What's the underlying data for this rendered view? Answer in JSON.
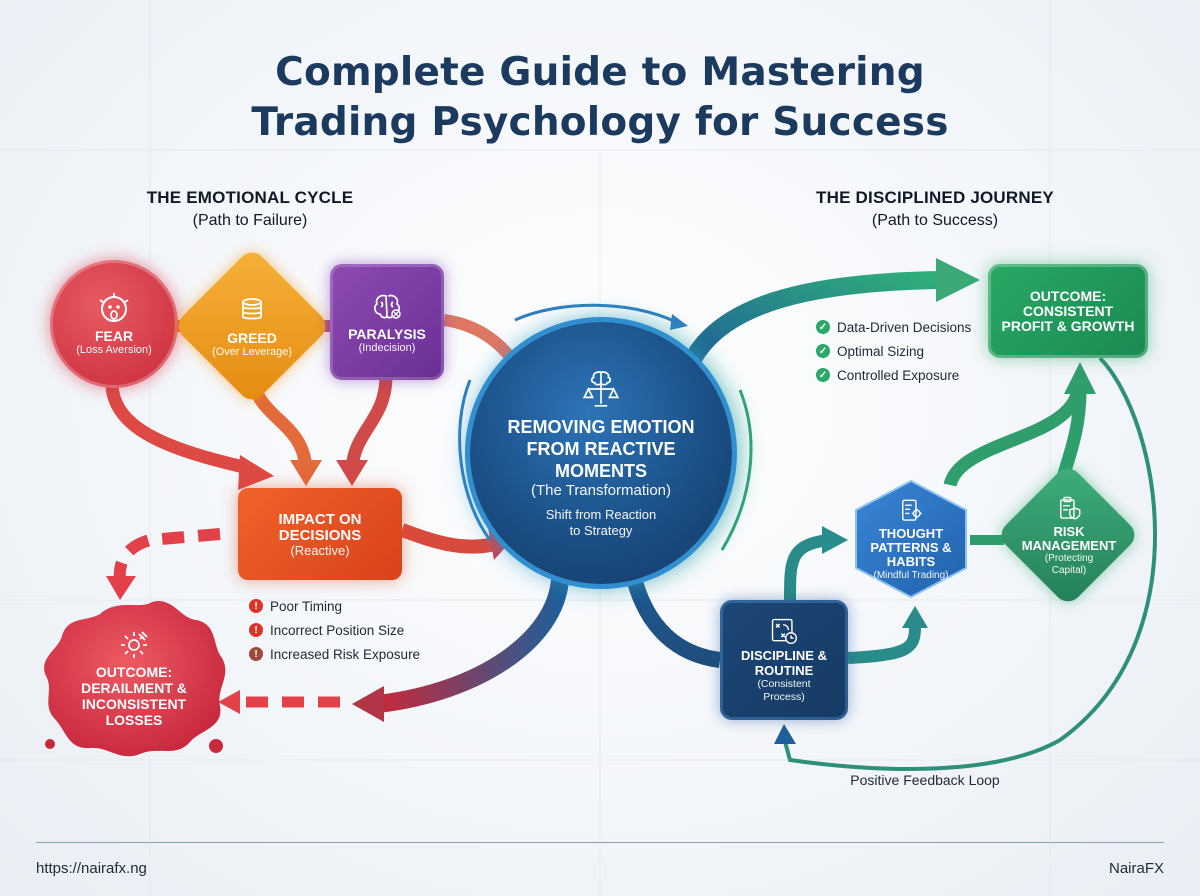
{
  "title": {
    "line1": "Complete Guide to Mastering",
    "line2": "Trading Psychology for Success"
  },
  "emotional_cycle": {
    "heading": "THE EMOTIONAL CYCLE",
    "subheading": "(Path to Failure)",
    "nodes": [
      {
        "label": "FEAR",
        "sub": "(Loss Aversion)",
        "icon": "scared-face-icon",
        "color": "#d6333f"
      },
      {
        "label": "GREED",
        "sub": "(Over Leverage)",
        "icon": "coin-stack-icon",
        "color": "#ee9a1f"
      },
      {
        "label": "PARALYSIS",
        "sub": "(Indecision)",
        "icon": "brain-icon",
        "color": "#7b3aa3"
      }
    ],
    "impact": {
      "label_line1": "IMPACT ON",
      "label_line2": "DECISIONS",
      "sub": "(Reactive)",
      "color": "#e6532a"
    },
    "consequences": [
      "Poor Timing",
      "Incorrect Position Size",
      "Increased Risk Exposure"
    ],
    "outcome": {
      "line1": "OUTCOME:",
      "line2": "DERAILMENT &",
      "line3": "INCONSISTENT",
      "line4": "LOSSES",
      "icon": "broken-gear-icon",
      "color": "#d8303f"
    }
  },
  "center": {
    "line1": "REMOVING EMOTION",
    "line2": "FROM REACTIVE",
    "line3": "MOMENTS",
    "sub": "(The Transformation)",
    "desc_line1": "Shift from Reaction",
    "desc_line2": "to Strategy",
    "icon": "brain-scale-icon"
  },
  "disciplined_journey": {
    "heading": "THE DISCIPLINED JOURNEY",
    "subheading": "(Path to Success)",
    "benefits": [
      "Data-Driven Decisions",
      "Optimal Sizing",
      "Controlled Exposure"
    ],
    "outcome": {
      "line1": "OUTCOME:",
      "line2": "CONSISTENT",
      "line3": "PROFIT & GROWTH",
      "color": "#22995c"
    },
    "discipline": {
      "line1": "DISCIPLINE &",
      "line2": "ROUTINE",
      "sub_line1": "(Consistent",
      "sub_line2": "Process)",
      "icon": "strategy-clock-icon"
    },
    "thought": {
      "line1": "THOUGHT",
      "line2": "PATTERNS &",
      "line3": "HABITS",
      "sub": "(Mindful Trading)",
      "icon": "notebook-gear-icon"
    },
    "risk": {
      "line1": "RISK",
      "line2": "MANAGEMENT",
      "sub_line1": "(Protecting",
      "sub_line2": "Capital)",
      "icon": "clipboard-shield-icon"
    },
    "loop_label": "Positive Feedback Loop"
  },
  "footer": {
    "url": "https://nairafx.ng",
    "brand": "NairaFX"
  }
}
